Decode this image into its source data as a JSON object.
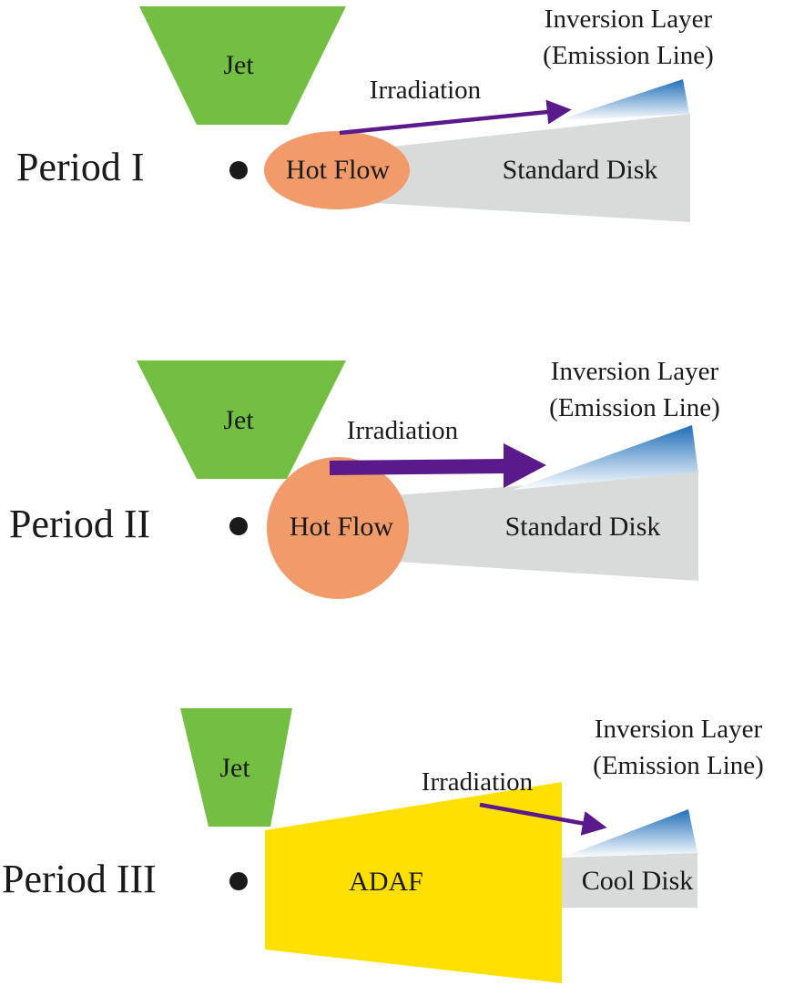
{
  "colors": {
    "jet": "#72bf44",
    "hot_flow": "#f19a6a",
    "disk": "#d9dada",
    "adaf": "#ffe000",
    "arrow": "#5b1a8b",
    "inversion_top": "#1f6fb9",
    "inversion_bottom": "#ffffff",
    "black_hole": "#1a1a1a"
  },
  "panels": [
    {
      "period_label": "Period I",
      "jet_label": "Jet",
      "flow_label": "Hot Flow",
      "disk_label": "Standard Disk",
      "irradiation_label": "Irradiation",
      "inversion_label_line1": "Inversion Layer",
      "inversion_label_line2": "(Emission Line)"
    },
    {
      "period_label": "Period II",
      "jet_label": "Jet",
      "flow_label": "Hot Flow",
      "disk_label": "Standard Disk",
      "irradiation_label": "Irradiation",
      "inversion_label_line1": "Inversion Layer",
      "inversion_label_line2": "(Emission Line)"
    },
    {
      "period_label": "Period III",
      "jet_label": "Jet",
      "flow_label": "ADAF",
      "disk_label": "Cool Disk",
      "irradiation_label": "Irradiation",
      "inversion_label_line1": "Inversion Layer",
      "inversion_label_line2": "(Emission Line)"
    }
  ]
}
